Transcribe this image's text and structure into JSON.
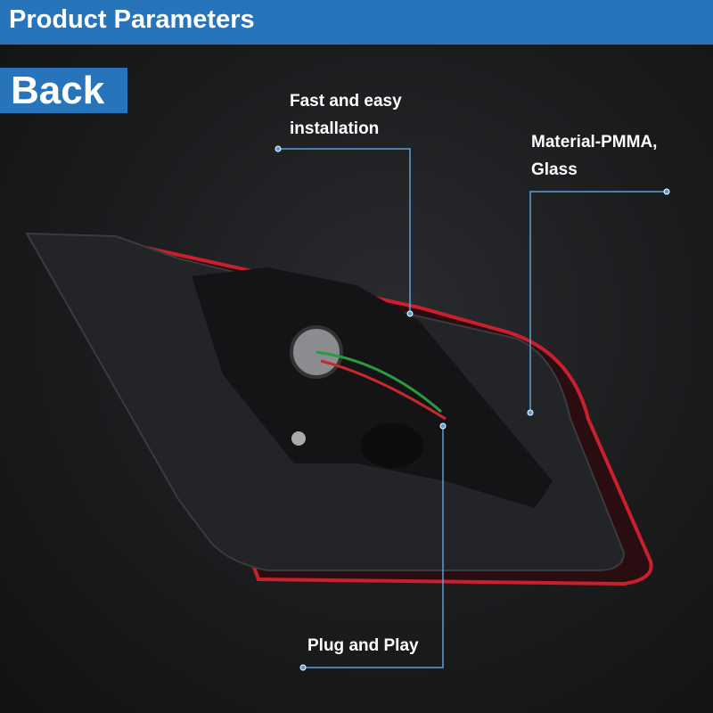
{
  "header": {
    "title": "Product Parameters"
  },
  "section": {
    "label": "Back"
  },
  "callouts": [
    {
      "line1": "Fast and easy",
      "line2": "installation"
    },
    {
      "line1": "Material-PMMA,",
      "line2": "Glass"
    },
    {
      "line1": "Plug and Play"
    }
  ],
  "colors": {
    "accent": "#2874bb",
    "callout_line": "#5a9fdc",
    "lamp_red": "#c8202c"
  }
}
